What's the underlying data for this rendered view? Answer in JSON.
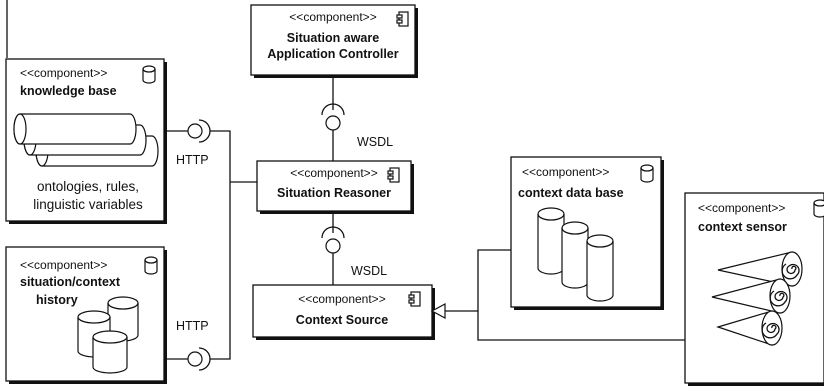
{
  "components": {
    "controller": {
      "stereotype": "<<component>>",
      "title_line1": "Situation aware",
      "title_line2": "Application Controller"
    },
    "knowledge_base": {
      "stereotype": "<<component>>",
      "title": "knowledge base",
      "note_line1": "ontologies, rules,",
      "note_line2": "linguistic variables"
    },
    "reasoner": {
      "stereotype": "<<component>>",
      "title": "Situation Reasoner"
    },
    "history": {
      "stereotype": "<<component>>",
      "title_line1": "situation/context",
      "title_line2": "history"
    },
    "context_source": {
      "stereotype": "<<component>>",
      "title": "Context  Source"
    },
    "context_db": {
      "stereotype": "<<component>>",
      "title": "context data base"
    },
    "context_sensor": {
      "stereotype": "<<component>>",
      "title": "context sensor"
    }
  },
  "interfaces": {
    "wsdl_top": "WSDL",
    "wsdl_bottom": "WSDL",
    "http_top": "HTTP",
    "http_bottom": "HTTP"
  },
  "icons": [
    "component-icon",
    "database-icon",
    "provided-interface-icon",
    "required-interface-icon",
    "generalization-arrow-icon",
    "sensor-spiral-icon"
  ]
}
